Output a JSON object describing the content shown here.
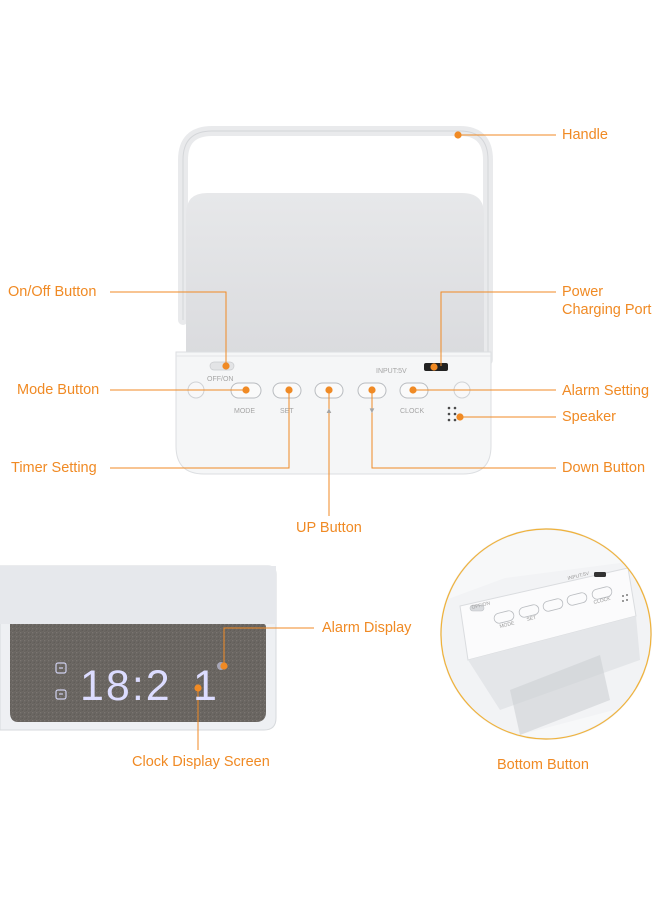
{
  "labels": {
    "handle": "Handle",
    "power_port": [
      "Power",
      "Charging Port"
    ],
    "on_off": "On/Off Button",
    "mode": "Mode Button",
    "alarm_setting": "Alarm Setting",
    "speaker": "Speaker",
    "timer_setting": "Timer Setting",
    "down_button": "Down Button",
    "up_button": "UP Button",
    "alarm_display": "Alarm Display",
    "clock_display": "Clock Display Screen",
    "bottom_button": "Bottom Button"
  },
  "device_text": {
    "off_on": "OFF/ON",
    "input": "INPUT:5V",
    "mode": "MODE",
    "set": "SET",
    "up_arrow": "▲",
    "down_arrow": "▼",
    "clock": "CLOCK"
  },
  "display": {
    "time": "18:2",
    "trailing": "1"
  },
  "inset_text": {
    "off_on": "OFF/ON",
    "input": "INPUT:5V",
    "mode": "MODE",
    "set": "SET",
    "clock": "CLOCK"
  },
  "colors": {
    "accent": "#f08a24",
    "device_body": "#f3f4f6",
    "fabric": "#6e6a66",
    "led": "#dcdcff"
  }
}
